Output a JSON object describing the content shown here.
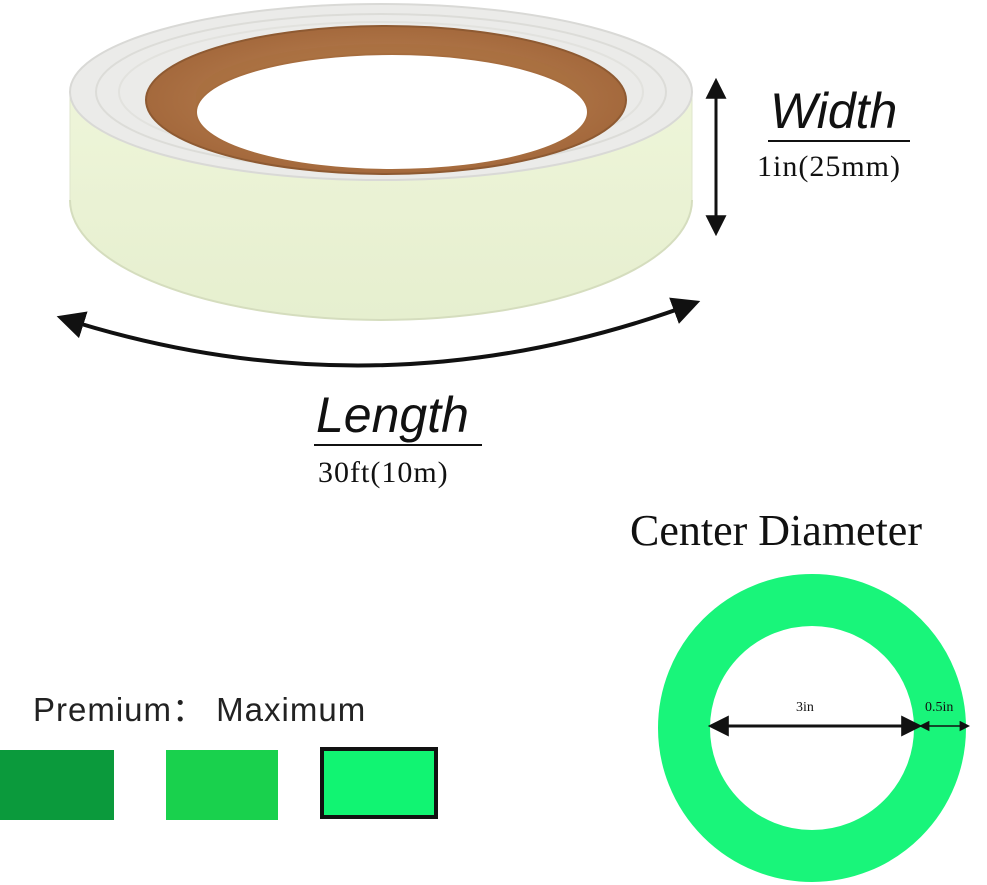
{
  "width_dimension": {
    "title": "Width",
    "value": "1in(25mm)"
  },
  "length_dimension": {
    "title": "Length",
    "value": "30ft(10m)"
  },
  "center_diameter": {
    "title": "Center Diameter",
    "inner_value": "3in",
    "ring_value": "0.5in"
  },
  "brightness_scale": {
    "label": "Premium： Maximum"
  },
  "colors": {
    "swatch_1": "#0b9a3c",
    "swatch_2": "#19d14d",
    "swatch_3": "#11f472",
    "ring": "#19f57a",
    "tape": "#eef5dc",
    "core": "#b57a4c"
  },
  "icons": [
    "double-arrow-icon",
    "vertical-arrow-icon",
    "curved-arrow-icon"
  ]
}
